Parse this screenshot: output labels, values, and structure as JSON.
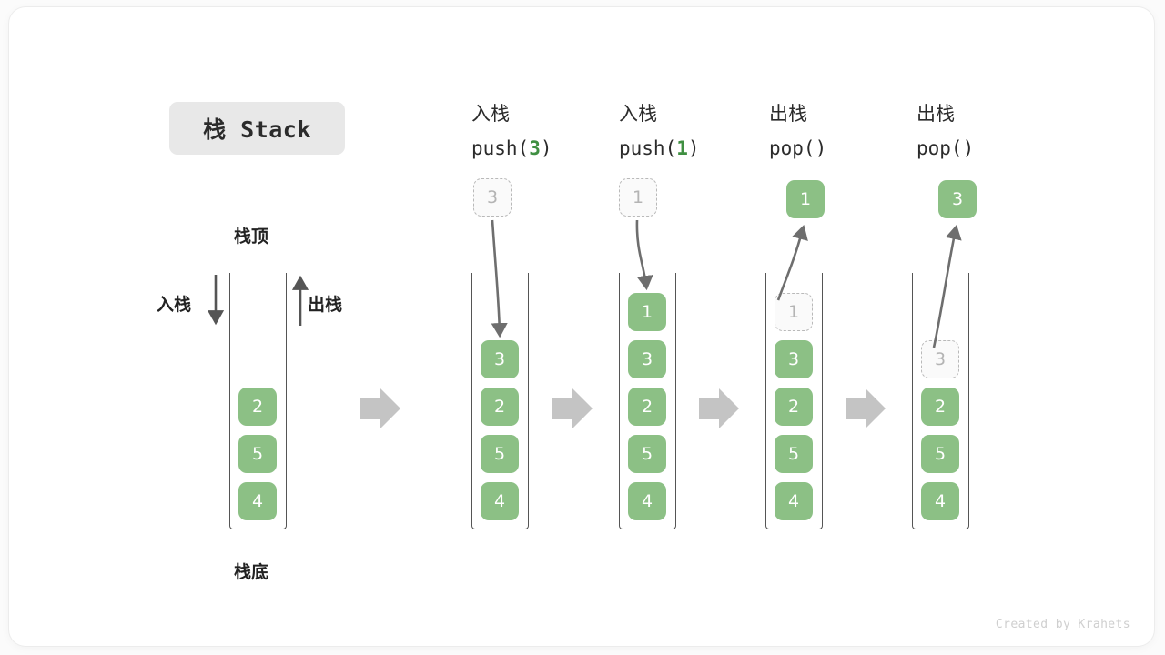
{
  "figure": {
    "title": "栈 Stack",
    "footer": "Created by Krahets",
    "colors": {
      "cell_fill": "#8cc085",
      "cell_text": "#ffffff",
      "ghost_fill": "#fafafa",
      "ghost_border": "#b9b9b9",
      "ghost_text": "#b4b4b4",
      "accent_green": "#3f8f41",
      "tube_stroke": "#555555",
      "arrow_gray": "#c0c0c0",
      "curve_gray": "#6e6e6e",
      "chip_bg": "#e8e8e8",
      "card_bg": "#ffffff",
      "page_bg": "#fbfbfb"
    }
  },
  "left_panel": {
    "top_label": "栈顶",
    "bottom_label": "栈底",
    "push_label": "入栈",
    "pop_label": "出栈",
    "stack": [
      "2",
      "5",
      "4"
    ]
  },
  "steps": [
    {
      "id": "push-3",
      "op_cn": "入栈",
      "op_code_prefix": "push(",
      "op_code_arg": "3",
      "op_code_suffix": ")",
      "floating": {
        "value": "3",
        "style": "ghost"
      },
      "flow": "in",
      "stack": [
        {
          "value": "3",
          "style": "filled"
        },
        {
          "value": "2",
          "style": "filled"
        },
        {
          "value": "5",
          "style": "filled"
        },
        {
          "value": "4",
          "style": "filled"
        }
      ]
    },
    {
      "id": "push-1",
      "op_cn": "入栈",
      "op_code_prefix": "push(",
      "op_code_arg": "1",
      "op_code_suffix": ")",
      "floating": {
        "value": "1",
        "style": "ghost"
      },
      "flow": "in",
      "stack": [
        {
          "value": "1",
          "style": "filled"
        },
        {
          "value": "3",
          "style": "filled"
        },
        {
          "value": "2",
          "style": "filled"
        },
        {
          "value": "5",
          "style": "filled"
        },
        {
          "value": "4",
          "style": "filled"
        }
      ]
    },
    {
      "id": "pop-1",
      "op_cn": "出栈",
      "op_code_prefix": "pop(",
      "op_code_arg": "",
      "op_code_suffix": ")",
      "floating": {
        "value": "1",
        "style": "filled"
      },
      "flow": "out",
      "stack": [
        {
          "value": "1",
          "style": "ghost"
        },
        {
          "value": "3",
          "style": "filled"
        },
        {
          "value": "2",
          "style": "filled"
        },
        {
          "value": "5",
          "style": "filled"
        },
        {
          "value": "4",
          "style": "filled"
        }
      ]
    },
    {
      "id": "pop-3",
      "op_cn": "出栈",
      "op_code_prefix": "pop(",
      "op_code_arg": "",
      "op_code_suffix": ")",
      "floating": {
        "value": "3",
        "style": "filled"
      },
      "flow": "out",
      "stack": [
        {
          "value": "3",
          "style": "ghost"
        },
        {
          "value": "2",
          "style": "filled"
        },
        {
          "value": "5",
          "style": "filled"
        },
        {
          "value": "4",
          "style": "filled"
        }
      ]
    }
  ]
}
